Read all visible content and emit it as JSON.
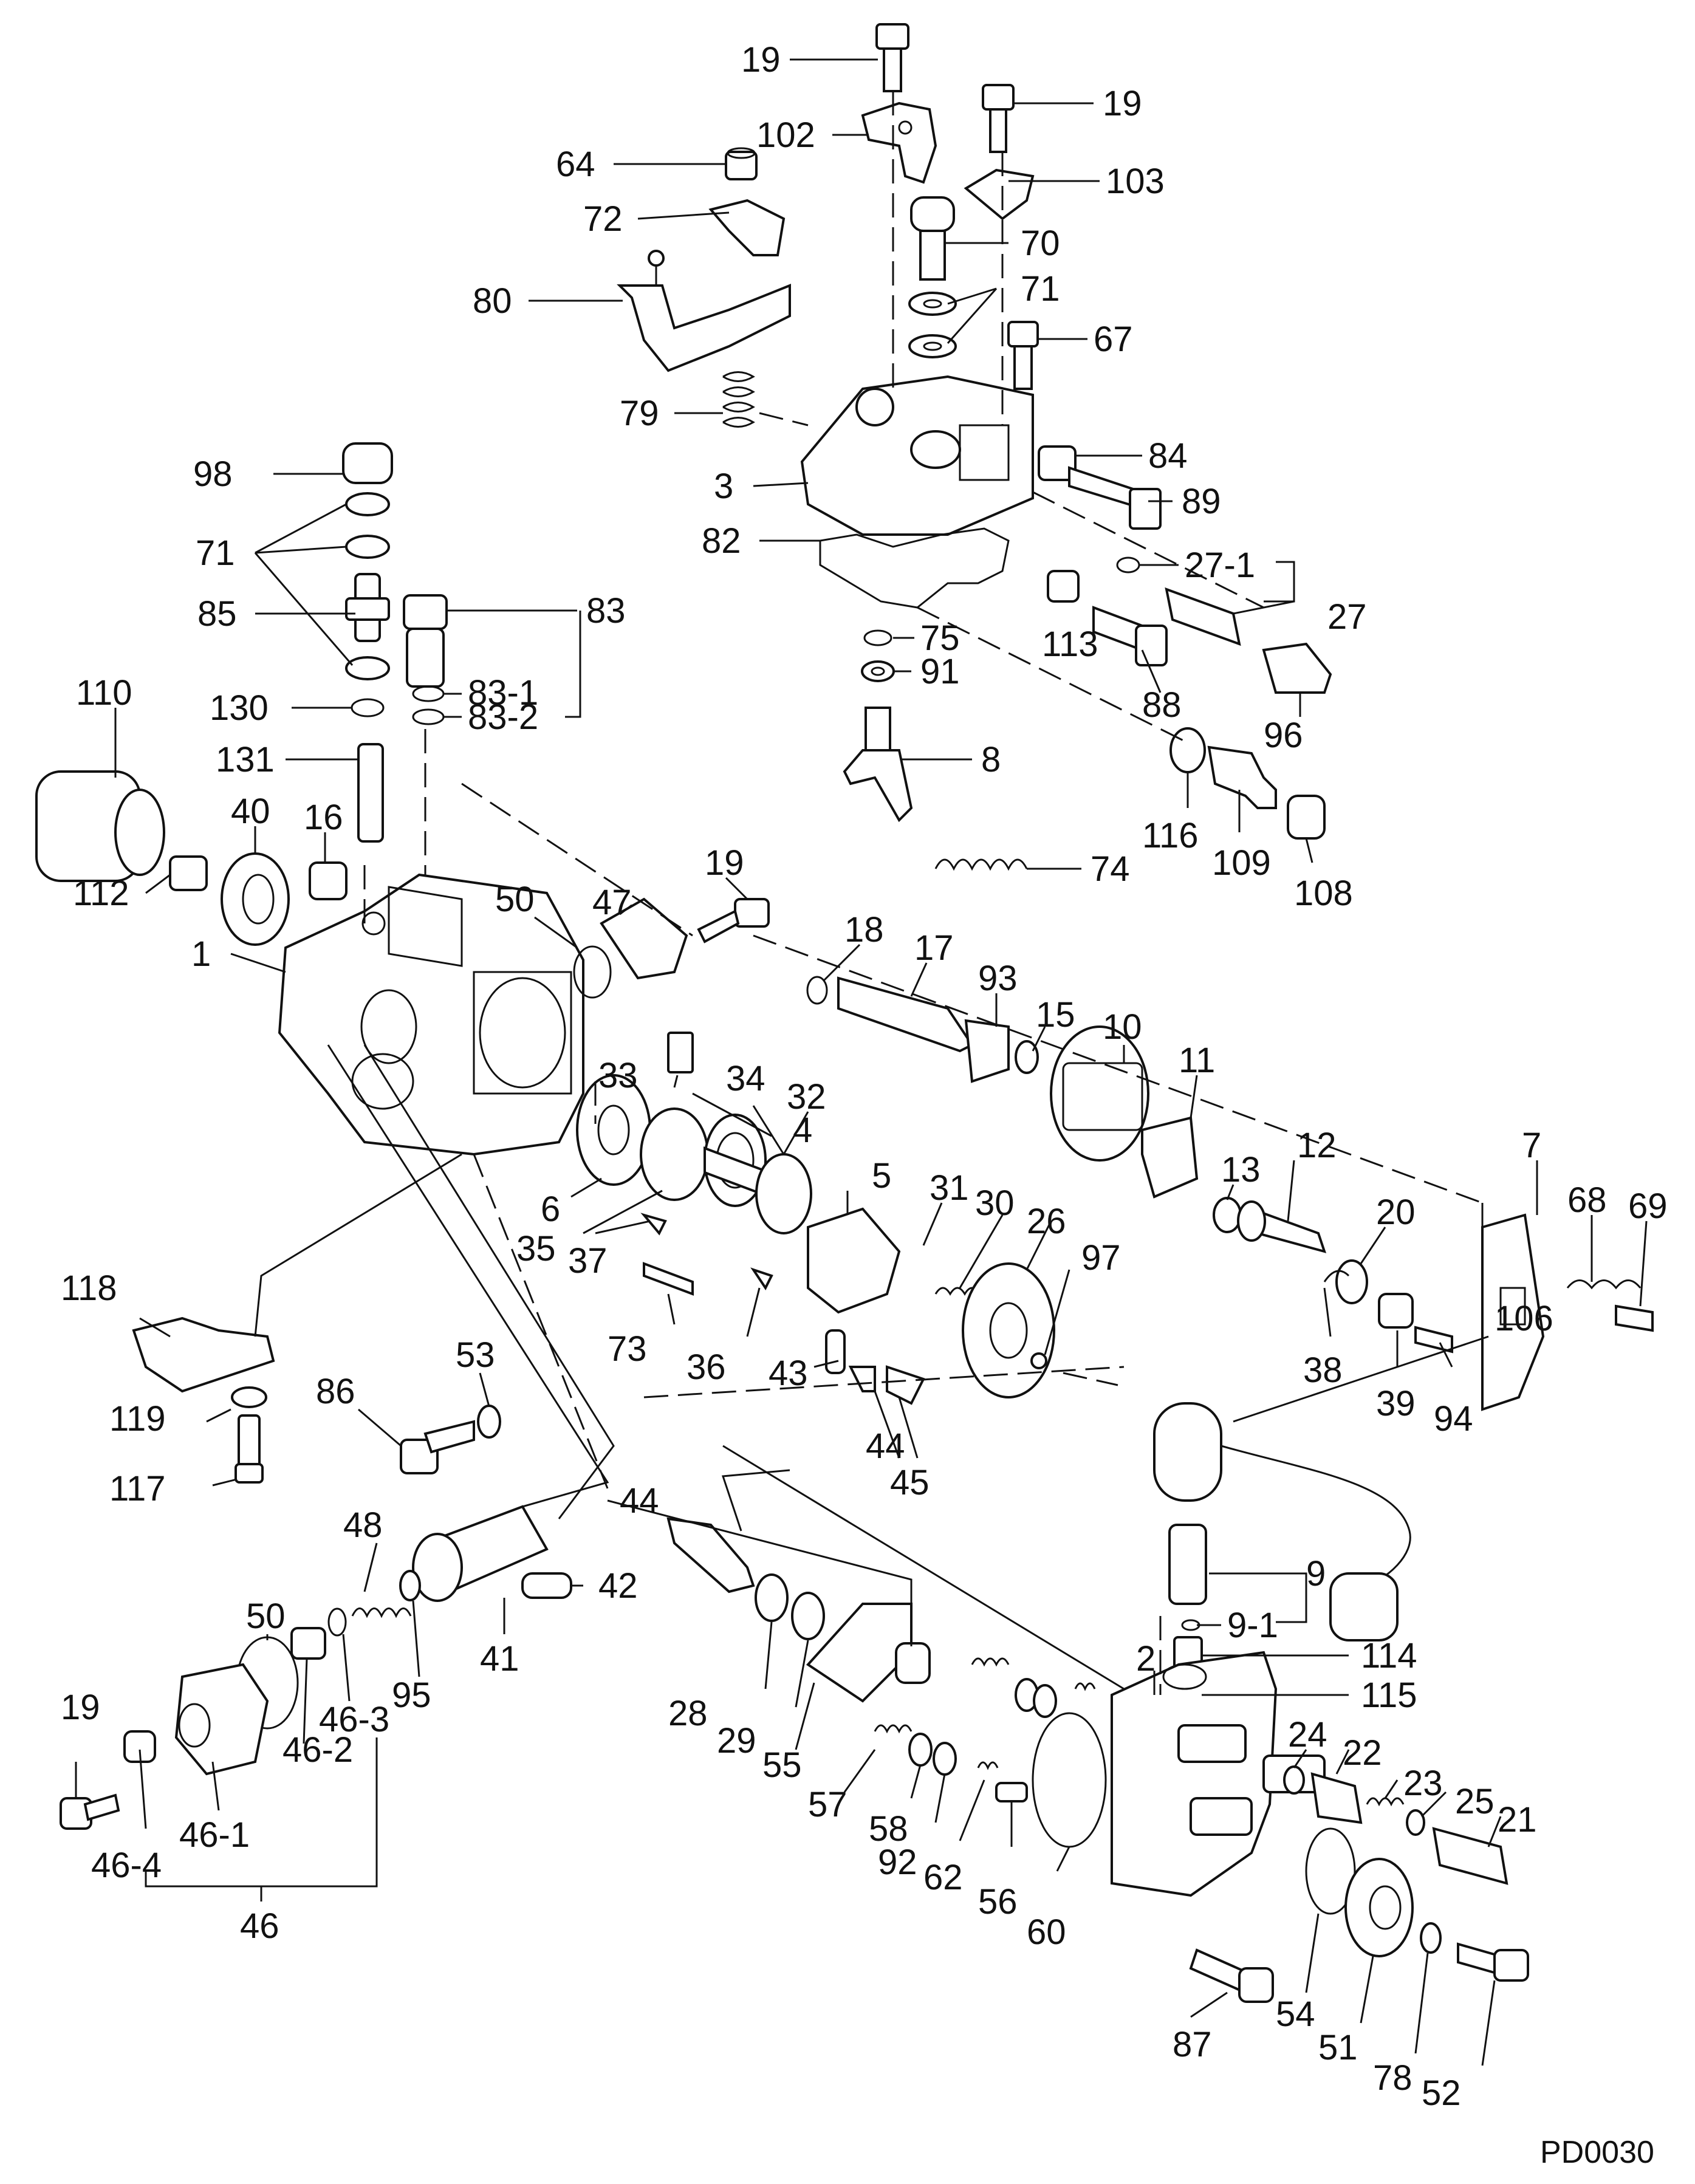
{
  "drawing_code": "PD0030",
  "callouts": {
    "c19a": "19",
    "c102": "102",
    "c19b": "19",
    "c64": "64",
    "c103": "103",
    "c72": "72",
    "c70": "70",
    "c80": "80",
    "c71a": "71",
    "c67": "67",
    "c79": "79",
    "c98": "98",
    "c84": "84",
    "c3": "3",
    "c89": "89",
    "c71b": "71",
    "c82": "82",
    "c27_1": "27-1",
    "c85": "85",
    "c83": "83",
    "c27": "27",
    "c113": "113",
    "c75": "75",
    "c83_1": "83-1",
    "c91": "91",
    "c130": "130",
    "c83_2": "83-2",
    "c88": "88",
    "c96": "96",
    "c110": "110",
    "c131": "131",
    "c8": "8",
    "c116": "116",
    "c109": "109",
    "c108": "108",
    "c40": "40",
    "c16": "16",
    "c19c": "19",
    "c74": "74",
    "c112": "112",
    "c50a": "50",
    "c47": "47",
    "c18": "18",
    "c17": "17",
    "c93": "93",
    "c1": "1",
    "c15": "15",
    "c10": "10",
    "c11": "11",
    "c7": "7",
    "c33": "33",
    "c34": "34",
    "c32": "32",
    "c4": "4",
    "c5": "5",
    "c13": "13",
    "c12": "12",
    "c31": "31",
    "c30": "30",
    "c20": "20",
    "c68": "68",
    "c69": "69",
    "c26": "26",
    "c6": "6",
    "c35": "35",
    "c37": "37",
    "c97": "97",
    "c118": "118",
    "c73": "73",
    "c36": "36",
    "c38": "38",
    "c106": "106",
    "c53": "53",
    "c43": "43",
    "c39": "39",
    "c94": "94",
    "c86": "86",
    "c119": "119",
    "c44a": "44",
    "c45": "45",
    "c44b": "44",
    "c117": "117",
    "c48": "48",
    "c42": "42",
    "c50b": "50",
    "c9": "9",
    "c41": "41",
    "c9_1": "9-1",
    "c95": "95",
    "c46_3": "46-3",
    "c2": "2",
    "c114": "114",
    "c28": "28",
    "c19d": "19",
    "c46_2": "46-2",
    "c115": "115",
    "c29": "29",
    "c55": "55",
    "c24": "24",
    "c22": "22",
    "c57": "57",
    "c23": "23",
    "c25": "25",
    "c58": "58",
    "c46_1": "46-1",
    "c92": "92",
    "c21": "21",
    "c62": "62",
    "c46_4": "46-4",
    "c56": "56",
    "c60": "60",
    "c46": "46",
    "c87": "87",
    "c54": "54",
    "c51": "51",
    "c78": "78",
    "c52": "52"
  }
}
